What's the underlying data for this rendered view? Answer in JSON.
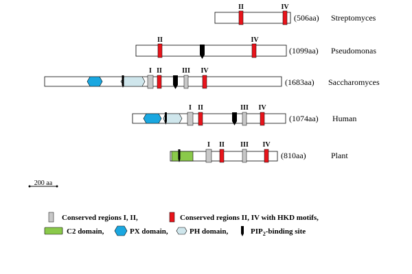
{
  "regions_roman": {
    "r1": "I",
    "r2": "II",
    "r3": "III",
    "r4": "IV"
  },
  "proteins": [
    {
      "name": "Streptomyces",
      "length": "(506aa)"
    },
    {
      "name": "Pseudomonas",
      "length": "(1099aa)"
    },
    {
      "name": "Saccharomyces",
      "length": "(1683aa)"
    },
    {
      "name": "Human",
      "length": "(1074aa)"
    },
    {
      "name": "Plant",
      "length": "(810aa)"
    }
  ],
  "scale_bar": {
    "label": "200 aa"
  },
  "legend": {
    "conserved_1_2": "Conserved regions I, II,",
    "conserved_2_4": "Conserved regions II, IV with HKD motifs,",
    "c2": "C2 domain,",
    "px": "PX domain,",
    "ph": "PH domain,",
    "pip_prefix": "PIP",
    "pip_sub": "2",
    "pip_suffix": "-binding site"
  },
  "colors": {
    "conserved_red": "#e8141b",
    "conserved_grey": "#c8c8c8",
    "c2_green": "#8ac94a",
    "px_blue": "#1aa7e0",
    "ph_light": "#cfe6ec",
    "pip_black": "#000000"
  }
}
